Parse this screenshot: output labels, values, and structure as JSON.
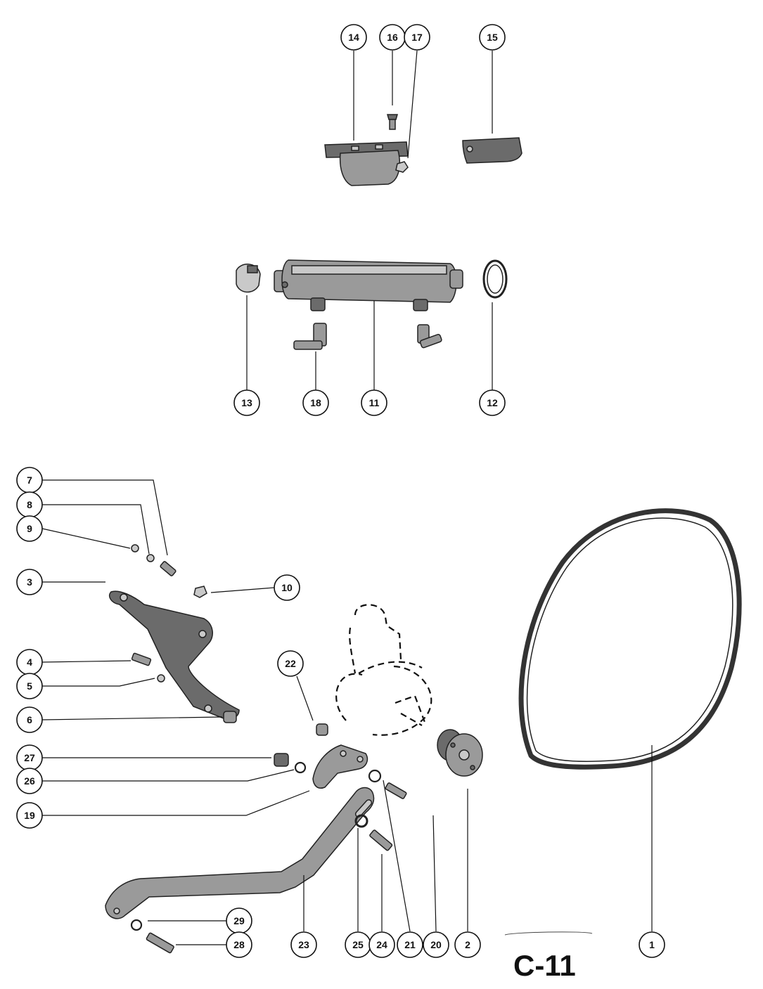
{
  "diagram": {
    "page_code": "C-11",
    "callouts": {
      "c1": "1",
      "c2": "2",
      "c3": "3",
      "c4": "4",
      "c5": "5",
      "c6": "6",
      "c7": "7",
      "c8": "8",
      "c9": "9",
      "c10": "10",
      "c11": "11",
      "c12": "12",
      "c13": "13",
      "c14": "14",
      "c15": "15",
      "c16": "16",
      "c17": "17",
      "c18": "18",
      "c19": "19",
      "c20": "20",
      "c21": "21",
      "c22": "22",
      "c23": "23",
      "c24": "24",
      "c25": "25",
      "c26": "26",
      "c27": "27",
      "c28": "28",
      "c29": "29"
    }
  }
}
